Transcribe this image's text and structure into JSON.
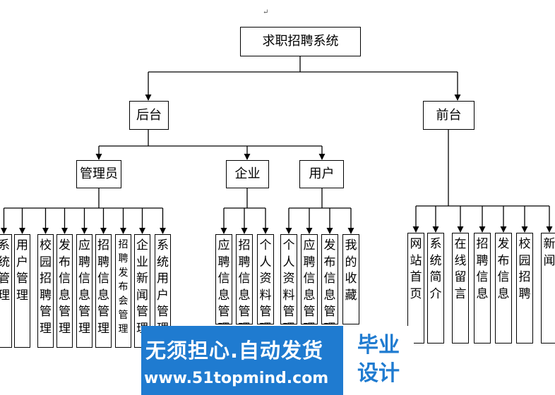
{
  "paragraph_mark": "↵",
  "root": {
    "label": "求职招聘系统"
  },
  "backend": {
    "label": "后台"
  },
  "frontend": {
    "label": "前台"
  },
  "admin": {
    "label": "管理员",
    "items": [
      "系统管理",
      "用户管理",
      "校园招聘管理",
      "发布信息管理",
      "应聘信息管理",
      "招聘信息管理",
      "招聘发布会管理",
      "企业新闻管理",
      "系统用户管理"
    ]
  },
  "company": {
    "label": "企业",
    "items": [
      "应聘信息管理",
      "招聘信息管理",
      "个人资料管理"
    ]
  },
  "user": {
    "label": "用户",
    "items": [
      "个人资料管理",
      "应聘信息管理",
      "发布信息管理",
      "我的收藏"
    ]
  },
  "front": {
    "items": [
      "网站首页",
      "系统简介",
      "在线留言",
      "招聘信息",
      "发布信息",
      "校园招聘",
      "新闻"
    ]
  },
  "watermark": {
    "slogan": "无须担心.自动发货",
    "url": "www.51topmind.com",
    "badge_line1": "毕业",
    "badge_line2": "设计"
  }
}
